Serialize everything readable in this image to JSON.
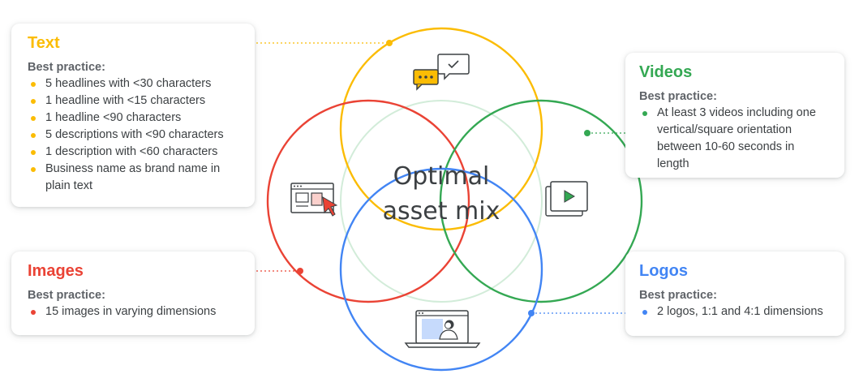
{
  "center_title_line1": "Optimal",
  "center_title_line2": "asset mix",
  "colors": {
    "yellow": "#FBBC04",
    "green": "#34A853",
    "red": "#EA4335",
    "blue": "#4285F4",
    "text": "#3c4043",
    "subtext": "#5f6368"
  },
  "cards": {
    "text": {
      "title": "Text",
      "subtitle": "Best practice:",
      "items": [
        "5 headlines with <30 characters",
        "1 headline with <15 characters",
        "1 headline <90 characters",
        "5 descriptions with <90 characters",
        "1 description with <60 characters",
        "Business name as brand name in plain text"
      ]
    },
    "images": {
      "title": "Images",
      "subtitle": "Best practice:",
      "items": [
        "15 images in varying dimensions"
      ]
    },
    "videos": {
      "title": "Videos",
      "subtitle": "Best practice:",
      "items": [
        "At least 3 videos including one vertical/square orientation between 10-60 seconds in length"
      ]
    },
    "logos": {
      "title": "Logos",
      "subtitle": "Best practice:",
      "items": [
        "2 logos, 1:1 and 4:1 dimensions"
      ]
    }
  },
  "icons": {
    "text": "chat-bubbles-icon",
    "images": "image-layout-cursor-icon",
    "videos": "video-play-icon",
    "logos": "laptop-person-icon"
  }
}
